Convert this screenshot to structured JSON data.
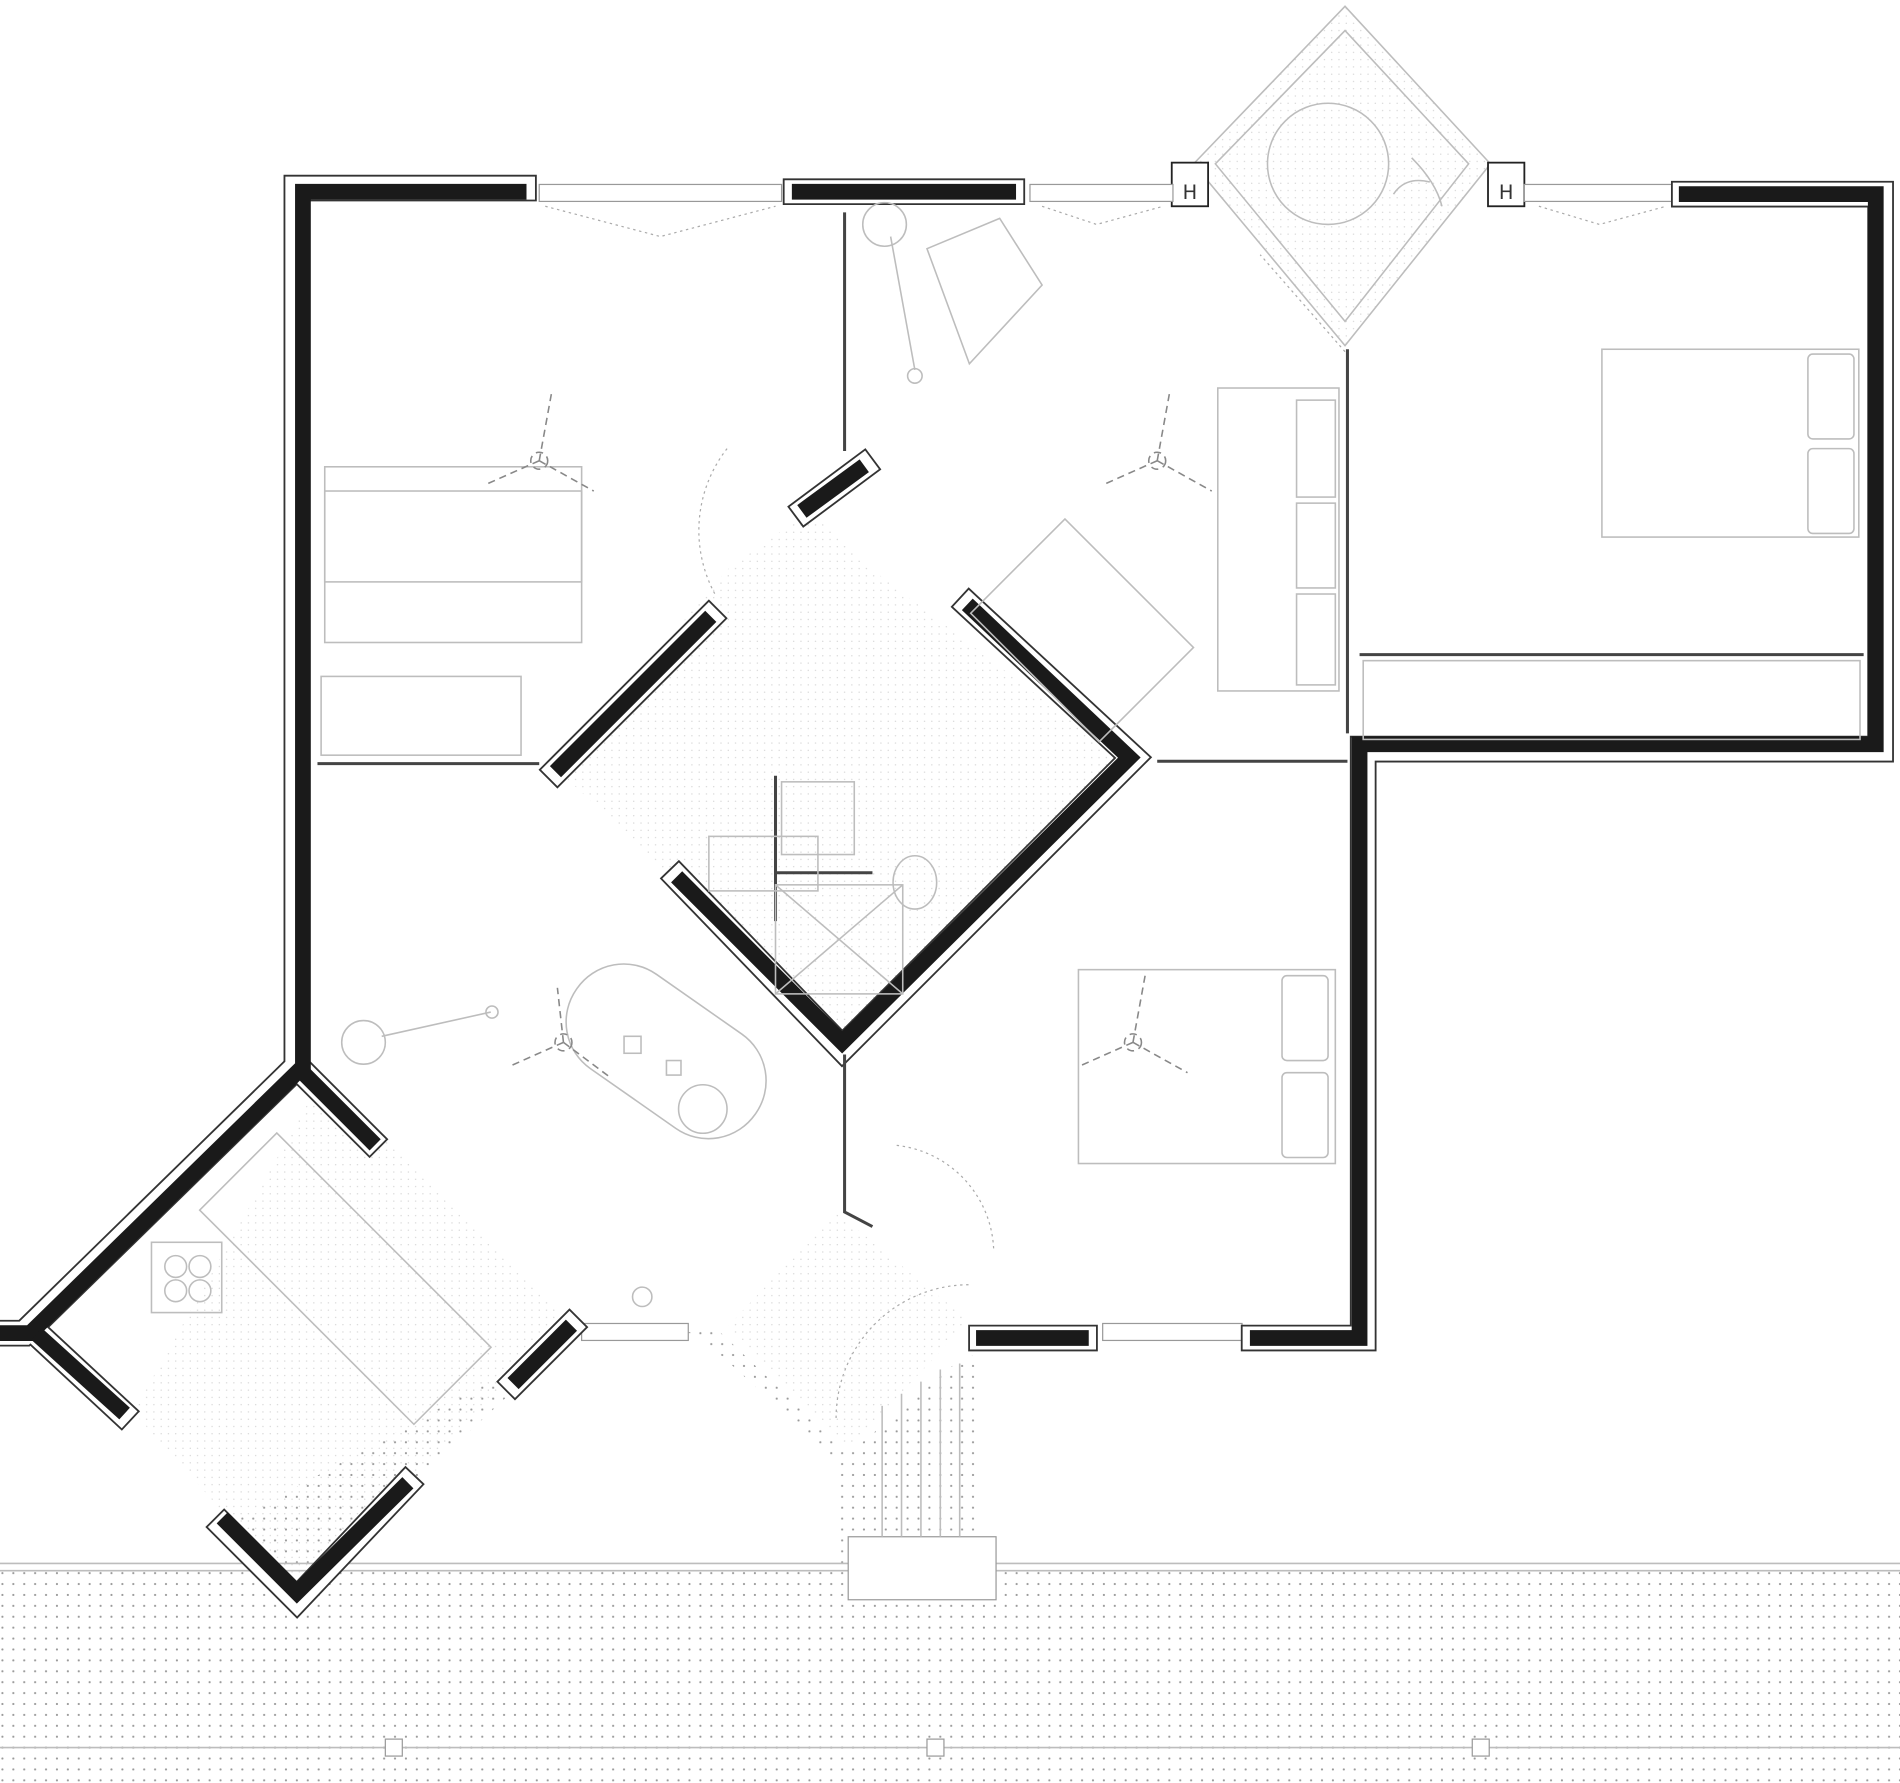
{
  "drawing": {
    "type": "architectural floor plan",
    "labels": {
      "heater_left": "H",
      "heater_right": "H"
    },
    "colors": {
      "wall": "#1a1a1a",
      "furniture": "#bdbdbd",
      "background": "#ffffff"
    }
  }
}
